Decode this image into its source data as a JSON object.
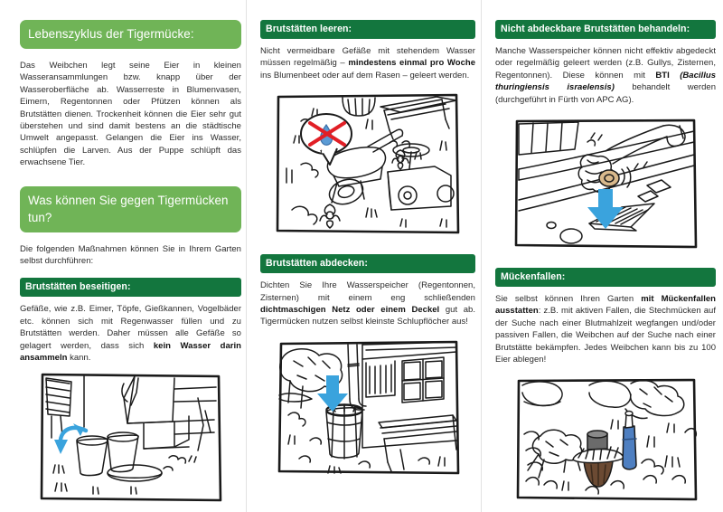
{
  "document": {
    "language": "de",
    "type": "informational-brochure",
    "topic": "Tigermücke"
  },
  "colors": {
    "heading_light_green": "#70b457",
    "heading_dark_green": "#13763e",
    "body_text": "#2b2b2b",
    "arrow_blue": "#3aa3dd",
    "cross_red": "#e11f26",
    "droplet_blue": "#5b9bd5",
    "trap_brown": "#6b4a33",
    "trap_blue": "#4e7fc1",
    "fold_line": "#e2e2e2"
  },
  "column1": {
    "heading1": "Lebenszyklus der Tigermücke:",
    "paragraph1": "Das Weibchen legt seine Eier in kleinen Wasseransammlungen bzw. knapp über der Wasseroberfläche ab. Wasserreste in Blumenvasen, Eimern, Regentonnen oder Pfützen können als Brutstätten dienen. Trockenheit können die Eier sehr gut überstehen und sind damit bestens an die städtische Umwelt angepasst. Gelangen die Eier ins Wasser, schlüpfen die Larven. Aus der Puppe schlüpft das erwachsene Tier.",
    "heading2": "Was können Sie gegen Tigermücken tun?",
    "paragraph2": "Die folgenden Maßnahmen können Sie in Ihrem Garten selbst durchführen:",
    "subheading1": "Brutstätten beseitigen:",
    "paragraph3_part1": "Gefäße, wie z.B. Eimer, Töpfe, Gießkannen, Vogelbäder etc. können sich mit Regenwasser füllen und zu Brutstätten werden. Daher müssen alle Gefäße so gelagert werden, dass sich ",
    "paragraph3_bold": "kein Wasser darin ansammeln",
    "paragraph3_part2": " kann.",
    "illustration": {
      "name": "upturned-buckets-illustration",
      "description": "Umgedrehte Eimer mit blauem Pfeil"
    }
  },
  "column2": {
    "subheading1": "Brutstätten leeren:",
    "paragraph1_part1": "Nicht vermeidbare Gefäße mit stehendem Wasser müssen regelmäßig – ",
    "paragraph1_bold": "mindestens einmal pro Woche",
    "paragraph1_part2": " ins Blumenbeet oder auf dem Rasen – geleert werden.",
    "illustration1": {
      "name": "wheelbarrow-illustration",
      "description": "Schubkarre mit durchgestrichenem Wassertropfen"
    },
    "subheading2": "Brutstätten abdecken:",
    "paragraph2_part1": "Dichten Sie Ihre Wasserspeicher (Regentonnen, Zisternen) mit einem eng schließenden ",
    "paragraph2_bold": "dichtmaschigen Netz oder einem Deckel",
    "paragraph2_part2": " gut ab. Tigermücken nutzen selbst kleinste Schlupflöcher aus!",
    "illustration2": {
      "name": "rain-barrel-illustration",
      "description": "Regentonne mit Fallrohr und blauem Pfeil"
    }
  },
  "column3": {
    "subheading1": "Nicht abdeckbare Brutstätten behandeln:",
    "paragraph1_part1": "Manche Wasserspeicher können nicht effektiv abgedeckt oder regelmäßig geleert werden (z.B. Gullys, Zisternen, Regentonnen). Diese können mit ",
    "paragraph1_bold": "BTI",
    "paragraph1_bolditalic": "(Bacillus thuringiensis israelensis)",
    "paragraph1_part2": " behandelt werden (durchgeführt in Fürth von APC AG).",
    "illustration1": {
      "name": "street-drain-illustration",
      "description": "Hand wirft BTI-Tablette in Gully mit blauem Pfeil"
    },
    "subheading2": "Mückenfallen:",
    "paragraph2_part1": "Sie selbst können Ihren Garten ",
    "paragraph2_bold": "mit Mückenfallen ausstatten",
    "paragraph2_part2": ": z.B. mit aktiven Fallen, die Stechmücken auf der Suche nach einer Blutmahlzeit wegfangen und/oder passiven Fallen, die Weibchen auf der Suche nach einer Brutstätte bekämpfen. Jedes Weibchen kann bis zu 100 Eier ablegen!",
    "illustration2": {
      "name": "mosquito-trap-illustration",
      "description": "Mückenfalle im Garten"
    }
  }
}
